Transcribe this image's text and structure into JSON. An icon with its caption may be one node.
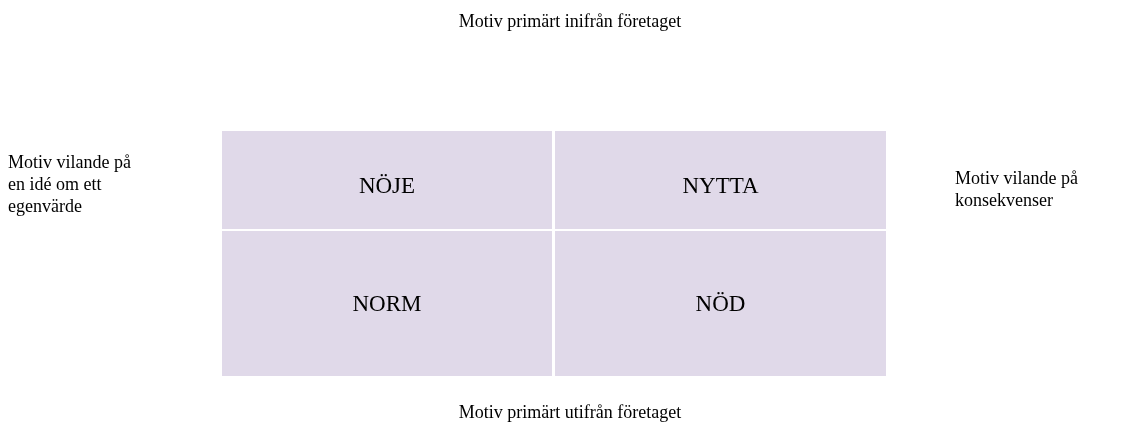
{
  "diagram": {
    "nodes": [
      {
        "text": [
          "NÖJE"
        ]
      },
      {
        "text": [
          "NYTTA"
        ]
      },
      {
        "text": [
          "NORM"
        ]
      },
      {
        "text": [
          "NÖD"
        ]
      }
    ],
    "labels": [
      "Motiv primärt inifrån företaget",
      "Motiv vilande på en idé om ett egenvärde",
      "Motiv vilande på konsekvenser",
      "Motiv primärt utifrån företaget"
    ]
  }
}
